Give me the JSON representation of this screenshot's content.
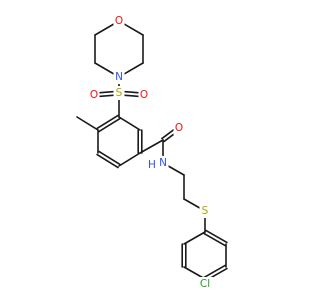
{
  "colors": {
    "bond": "#1a1a1a",
    "O": "#ff0d0d",
    "N": "#3050f8",
    "S": "#b8a200",
    "Cl": "#1fa01f",
    "C": "#1a1a1a",
    "H": "#3050f8"
  },
  "atoms": [
    {
      "id": "morph_O",
      "label": "O",
      "el": "O"
    },
    {
      "id": "morph_N",
      "label": "N",
      "el": "N"
    },
    {
      "id": "sulfonyl_S",
      "label": "S",
      "el": "S"
    },
    {
      "id": "sulfonyl_O1",
      "label": "O",
      "el": "O"
    },
    {
      "id": "sulfonyl_O2",
      "label": "O",
      "el": "O"
    },
    {
      "id": "carbonyl_O",
      "label": "O",
      "el": "O"
    },
    {
      "id": "amide_N",
      "label": "N",
      "el": "N"
    },
    {
      "id": "amide_H",
      "label": "H",
      "el": "H"
    },
    {
      "id": "thioether_S",
      "label": "S",
      "el": "S"
    },
    {
      "id": "chloro",
      "label": "Cl",
      "el": "Cl"
    }
  ]
}
